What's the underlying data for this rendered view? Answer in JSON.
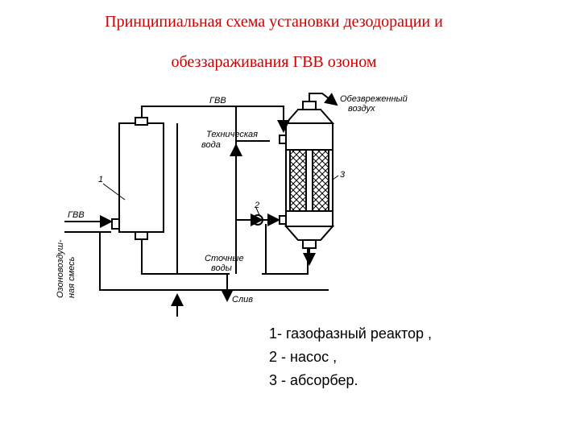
{
  "title": {
    "line1": "Принципиальная схема установки дезодорации и",
    "line2": "обеззараживания ГВВ озоном"
  },
  "diagram": {
    "labels": {
      "gvv_top": "ГВВ",
      "decontaminated_air_1": "Обезвреженный",
      "decontaminated_air_2": "воздух",
      "tech_water_1": "Техническая",
      "tech_water_2": "вода",
      "gvv_left": "ГВВ",
      "ozone_mix_1": "Озоновоздуш-",
      "ozone_mix_2": "ная смесь",
      "waste_water_1": "Сточные",
      "waste_water_2": "воды",
      "drain": "Слив",
      "num_1": "1",
      "num_2": "2",
      "num_3": "3"
    }
  },
  "legend": {
    "item1": "1- газофазный реактор ,",
    "item2": "2 - насос ,",
    "item3": "3 - абсорбер."
  }
}
